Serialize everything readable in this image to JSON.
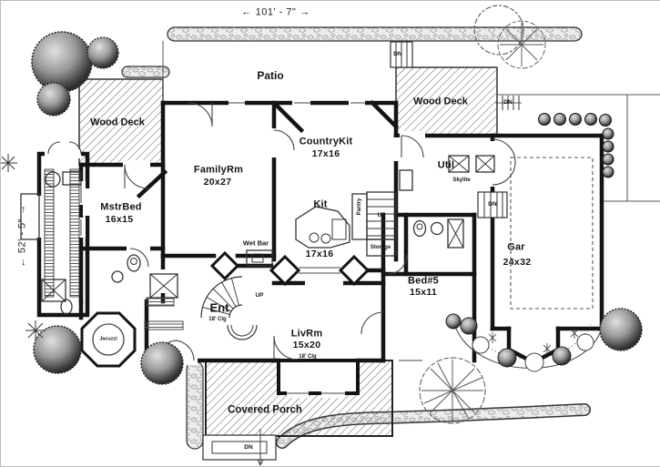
{
  "drawing": {
    "type": "house first-floor plan",
    "horizontal_dimension": "101' - 7\"",
    "vertical_dimension": "52' - 5\"",
    "arrow_left": "←",
    "arrow_right": "→"
  },
  "rooms": {
    "patio": {
      "name": "Patio"
    },
    "wood_deck_left": {
      "name": "Wood Deck"
    },
    "wood_deck_right": {
      "name": "Wood Deck"
    },
    "familyrm": {
      "name": "FamilyRm",
      "size": "20x27"
    },
    "countrykit": {
      "name": "CountryKit",
      "size": "17x16"
    },
    "mstrbed": {
      "name": "MstrBed",
      "size": "16x15"
    },
    "kit": {
      "name": "Kit",
      "size": "17x16"
    },
    "util": {
      "name": "Util"
    },
    "gar": {
      "name": "Gar",
      "size": "24x32"
    },
    "bed5": {
      "name": "Bed#5",
      "size": "15x11"
    },
    "ent": {
      "name": "Ent",
      "ceiling": "18' Clg"
    },
    "livrm": {
      "name": "LivRm",
      "size": "15x20",
      "ceiling": "18' Clg"
    },
    "covered_porch": {
      "name": "Covered Porch"
    }
  },
  "annotations": {
    "wet_bar": "Wet Bar",
    "pantry": "Pantry",
    "storage": "Storage",
    "skylite": "Skylite",
    "jacuzzi": "Jacuzzi",
    "up": "UP",
    "dn": "DN"
  },
  "colors": {
    "ink": "#141414",
    "paper": "#ffffff",
    "stone_fill": "#ececec",
    "hatch_line": "#6a6a6a"
  }
}
